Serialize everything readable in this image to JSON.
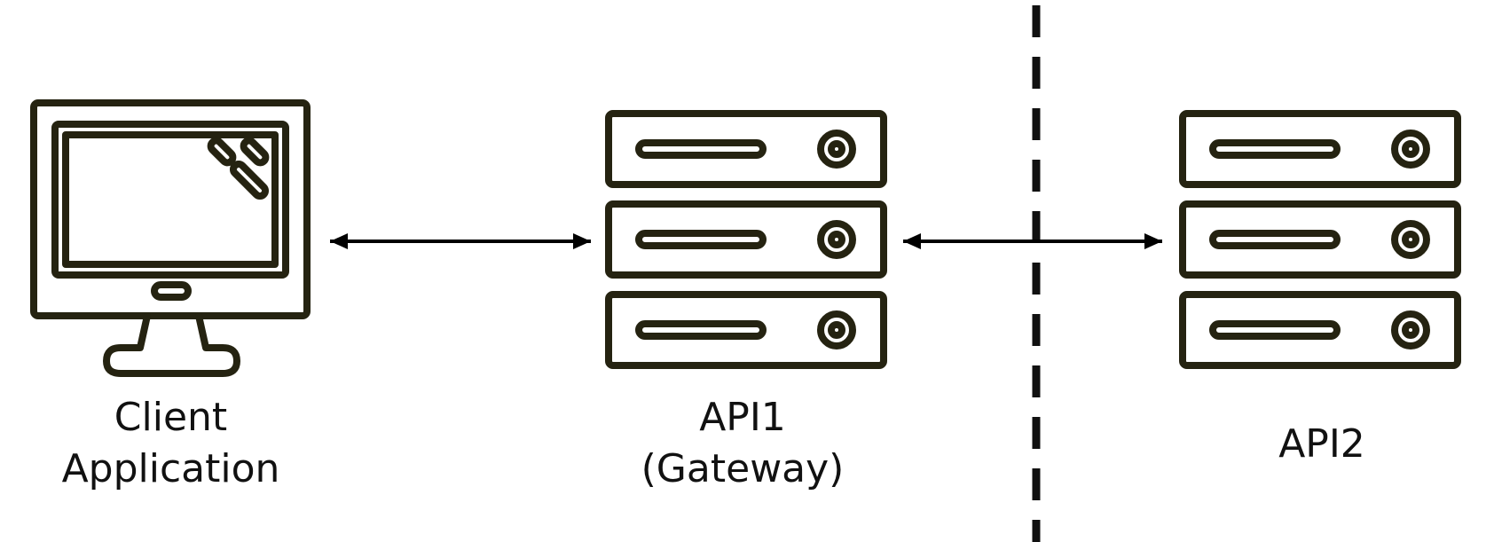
{
  "colors": {
    "icon_stroke": "#252311",
    "arrow_stroke": "#000000",
    "divider": "#111111",
    "text": "#111111",
    "background": "#ffffff"
  },
  "nodes": [
    {
      "id": "client",
      "icon": "monitor-icon",
      "label_lines": [
        "Client",
        "Application"
      ]
    },
    {
      "id": "api1",
      "icon": "server-rack-icon",
      "label_lines": [
        "API1",
        "(Gateway)"
      ]
    },
    {
      "id": "api2",
      "icon": "server-rack-icon",
      "label_lines": [
        "API2"
      ]
    }
  ],
  "connections": [
    {
      "from": "client",
      "to": "api1",
      "direction": "bidirectional"
    },
    {
      "from": "api1",
      "to": "api2",
      "direction": "bidirectional"
    }
  ],
  "divider": {
    "style": "dashed",
    "between": [
      "api1",
      "api2"
    ]
  }
}
